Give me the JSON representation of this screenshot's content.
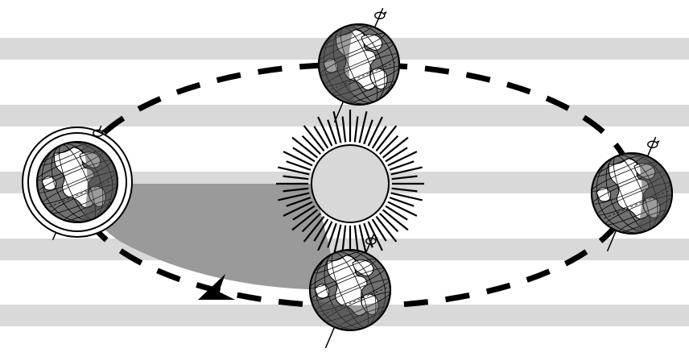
{
  "diagram": {
    "kind": "earth-orbit-seasons",
    "colors": {
      "background": "#ffffff",
      "stripe": "#d9d9d9",
      "shaded_sector": "#9a9a9a",
      "sun_disc": "#d8d8d8",
      "sun_rays": "#000000",
      "orbit_path": "#000000",
      "earth_ocean": "#707070",
      "earth_land": "#ffffff",
      "earth_night": "#4a4a4a",
      "earth_grid": "#000000"
    },
    "earth_positions": [
      "top",
      "left",
      "right",
      "bottom"
    ],
    "icons": {
      "sun": "sun-icon",
      "globe": "globe-icon",
      "rotation_arrow": "rotation-arrow-icon",
      "orbit_direction_arrow": "arrow-icon"
    }
  }
}
